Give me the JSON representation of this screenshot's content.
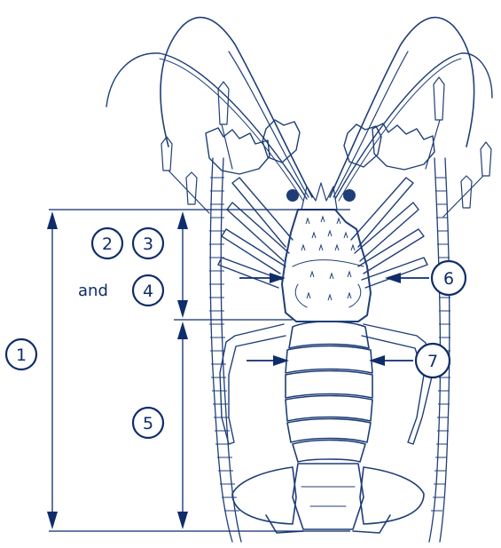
{
  "diagram": {
    "colors": {
      "ink": "#1f3e78",
      "callout": "#0f2d6b",
      "background": "#ffffff"
    },
    "callouts": {
      "c1": "1",
      "c2": "2",
      "c3": "3",
      "c4": "4",
      "c5": "5",
      "c6": "6",
      "c7": "7"
    },
    "connector_word": "and"
  }
}
